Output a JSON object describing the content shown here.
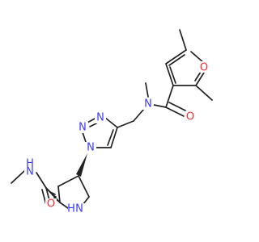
{
  "colors": {
    "carbon": "#222222",
    "nitrogen": "#3a3aff",
    "oxygen": "#ff2a2a",
    "background": "#ffffff"
  },
  "labels": {
    "furan_o": "O",
    "amide_o_top": "O",
    "amide_n_top": "N",
    "triazole_n1": "N",
    "triazole_n2": "N",
    "triazole_n3": "N",
    "amide_nh_bottom": "N",
    "amide_h_bottom": "H",
    "amide_o_bottom": "O",
    "pyrrolidine_n": "N",
    "pyrrolidine_h": "H"
  }
}
